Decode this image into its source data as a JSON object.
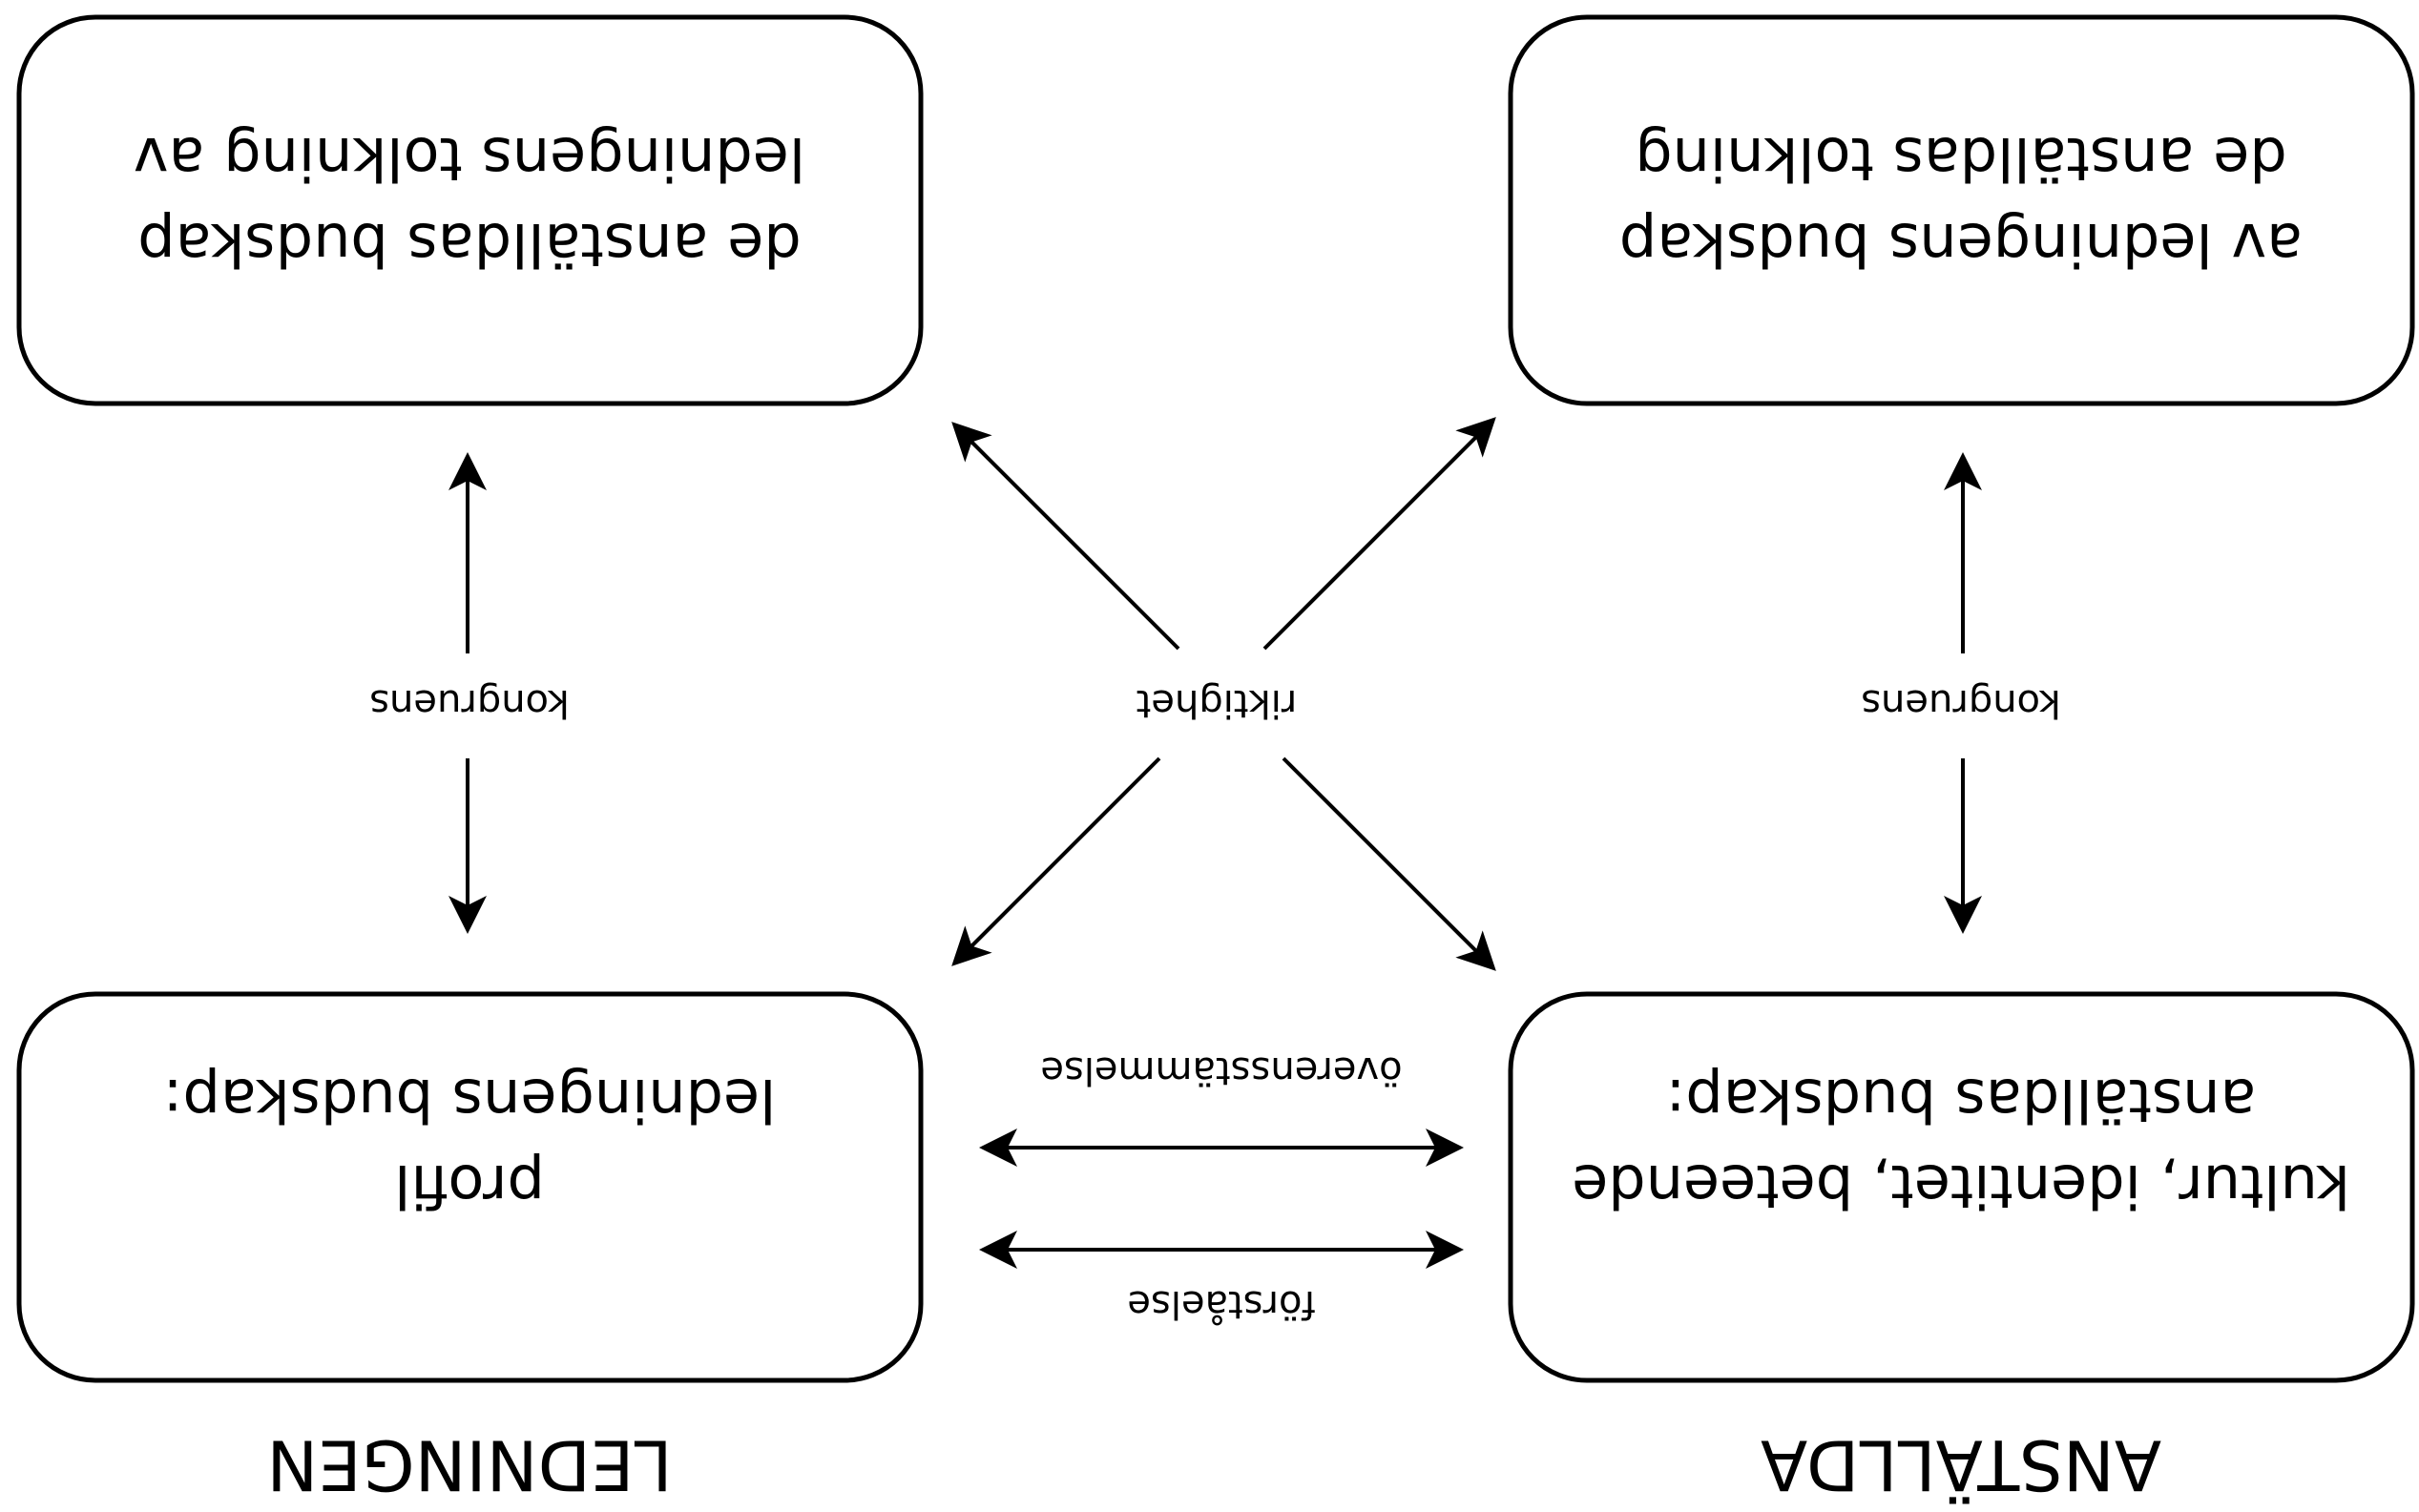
{
  "boxes": {
    "top_left": {
      "line1": "de anställdas budskap",
      "line2": "ledningens tolkning av"
    },
    "top_right": {
      "line1": "av ledningens budskap",
      "line2": "de anställdas tolkning"
    },
    "bottom_left": {
      "line1": "profil",
      "line2": "ledningens budskap:"
    },
    "bottom_right": {
      "line1": "kultur, identitet, beteende",
      "line2": "anställdas budskap:"
    }
  },
  "edge_labels": {
    "left_vertical": "kongruens",
    "right_vertical": "kongruens",
    "diagonal": "riktighet",
    "horizontal_top": "överensstämmelse",
    "horizontal_bottom": "förståelse"
  },
  "group_labels": {
    "left": "LEDNINGEN",
    "right": "ANSTÄLLDA"
  },
  "colors": {
    "stroke": "#000000",
    "background": "#ffffff"
  }
}
